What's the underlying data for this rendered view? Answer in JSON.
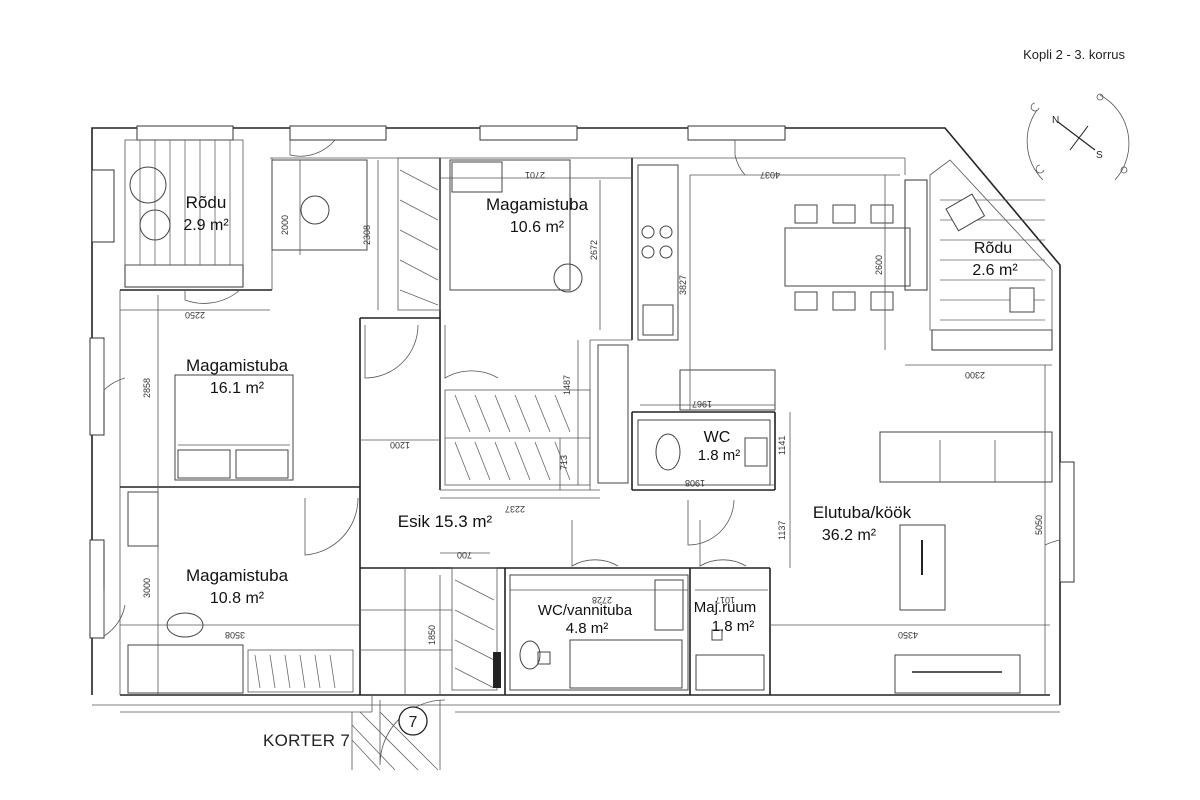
{
  "header": {
    "title": "Kopli 2 - 3. korrus"
  },
  "apartment": {
    "label": "KORTER 7",
    "number": "7"
  },
  "compass": {
    "north": "N",
    "south": "S"
  },
  "rooms": {
    "rodu_left": {
      "name": "Rõdu",
      "area": "2.9 m²"
    },
    "bedroom_top": {
      "name": "Magamistuba",
      "area": "10.6 m²"
    },
    "rodu_right": {
      "name": "Rõdu",
      "area": "2.6 m²"
    },
    "bedroom_mid": {
      "name": "Magamistuba",
      "area": "16.1 m²"
    },
    "wc": {
      "name": "WC",
      "area": "1.8 m²"
    },
    "living": {
      "name": "Elutuba/köök",
      "area": "36.2 m²"
    },
    "hall": {
      "name": "Esik 15.3 m²"
    },
    "bedroom_low": {
      "name": "Magamistuba",
      "area": "10.8 m²"
    },
    "bath": {
      "name": "WC/vannituba",
      "area": "4.8 m²"
    },
    "utility": {
      "name": "Maj.ruum",
      "area": "1.8 m²"
    }
  },
  "dimensions": {
    "d2000": "2000",
    "d2308": "2308",
    "d2701": "2701",
    "d4037": "4037",
    "d2672": "2672",
    "d3827": "3827",
    "d2600": "2600",
    "d2250": "2250",
    "d2858": "2858",
    "d1200": "1200",
    "d1487": "1487",
    "d1967": "1967",
    "d1141": "1141",
    "d1908": "1908",
    "d2300": "2300",
    "d2237": "2237",
    "d713": "713",
    "d1137": "1137",
    "d700": "700",
    "d3000": "3000",
    "d3508": "3508",
    "d2728": "2728",
    "d1017": "1017",
    "d1850": "1850",
    "d4350": "4350",
    "d5050": "5050"
  }
}
